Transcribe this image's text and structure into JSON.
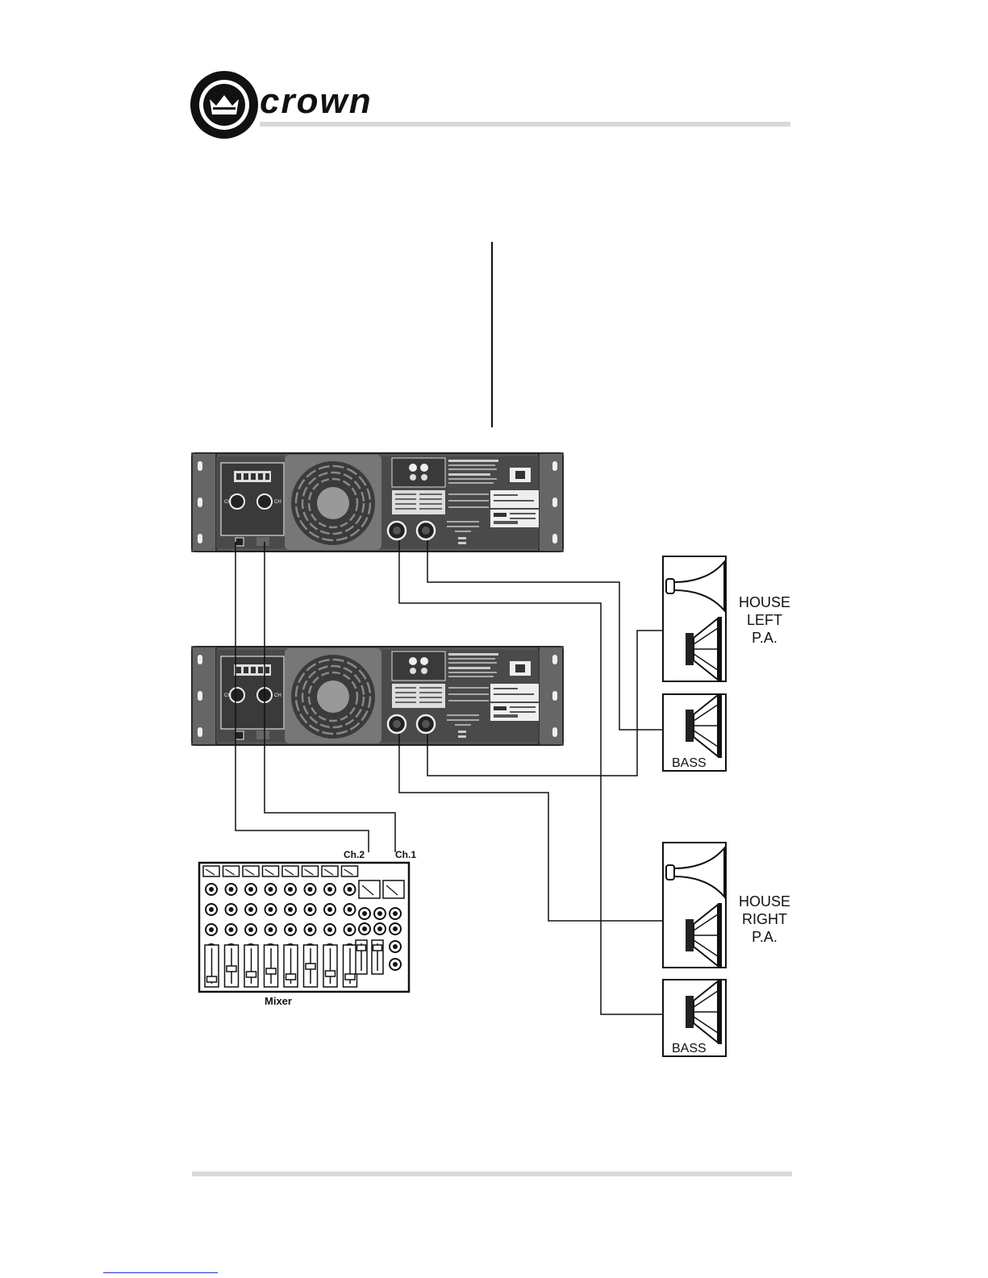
{
  "brand": {
    "logo_text": "crown"
  },
  "mixer": {
    "name": "Mixer",
    "ch1": "Ch.1",
    "ch2": "Ch.2"
  },
  "speakers": {
    "house_left": [
      "HOUSE",
      "LEFT",
      "P.A."
    ],
    "house_right": [
      "HOUSE",
      "RIGHT",
      "P.A."
    ],
    "bass_top": "BASS",
    "bass_bottom": "BASS"
  },
  "amplifier": {
    "ch2_label": "CH 2",
    "ch1_label": "CH 1",
    "caution": "CAUTION",
    "model_plate": "MODEL 1500",
    "brand_plate": "crown"
  }
}
